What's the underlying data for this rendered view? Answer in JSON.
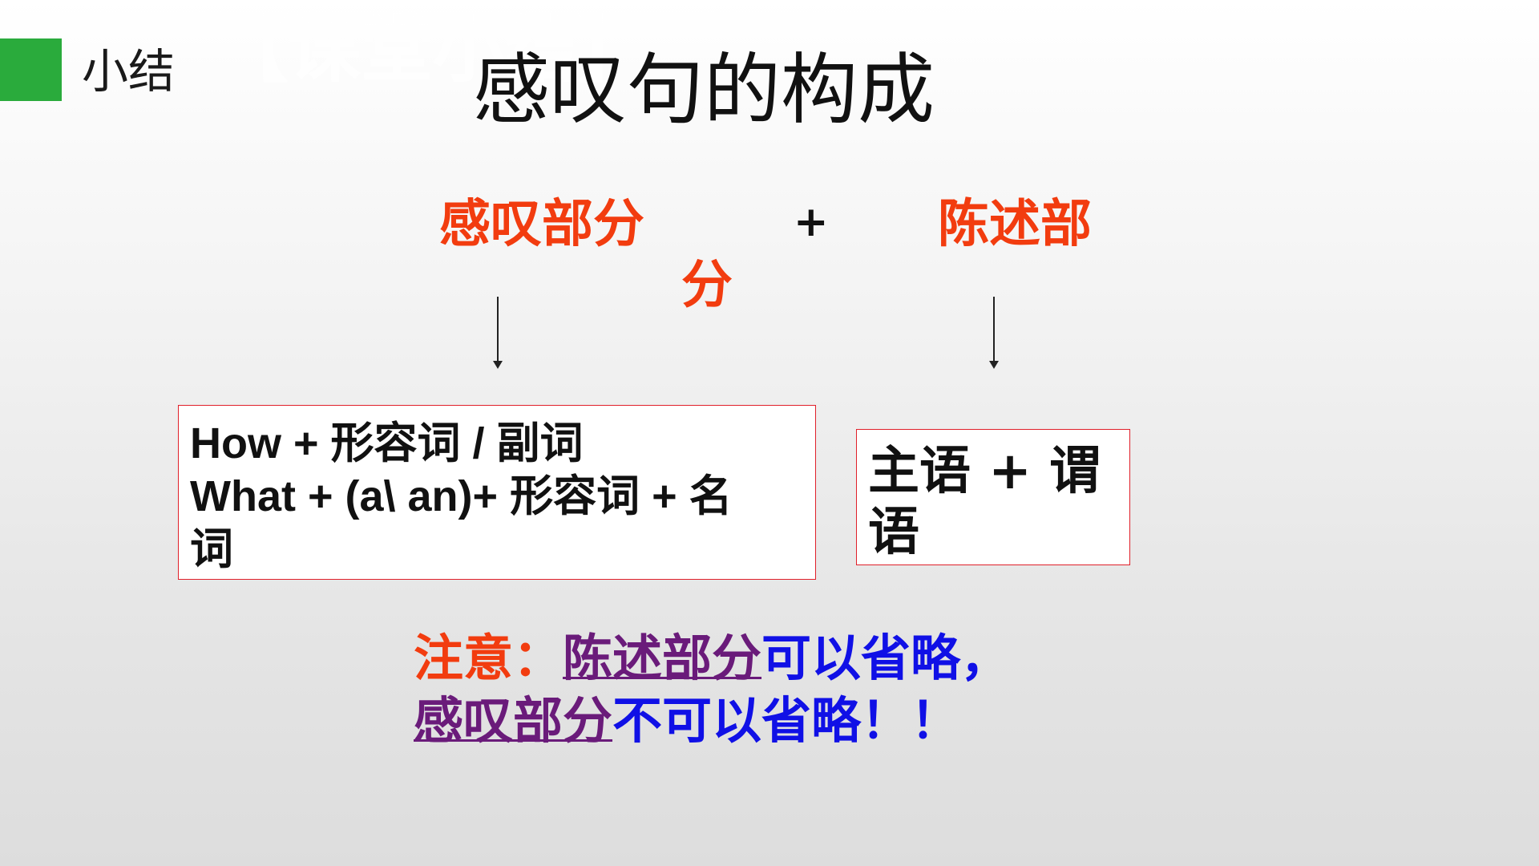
{
  "header": {
    "section_label": "小结",
    "ghost_title": "【课堂小结】",
    "title": "感叹句的构成"
  },
  "formula": {
    "left_part": "感叹部分",
    "plus": "+",
    "right_part_line1": "陈述部",
    "right_part_line2": "分"
  },
  "boxes": {
    "left_line1": "How + 形容词 /  副词",
    "left_line2": "What + (a\\ an)+ 形容词  +  名",
    "left_line3": "词",
    "right_line1": "主语 + 谓",
    "right_line2": "语"
  },
  "note": {
    "prefix": "注意：",
    "stmt_part": "陈述部分",
    "can_omit": "可以省略，",
    "excl_part": "感叹部分",
    "cannot_omit": "不可以省略！！"
  },
  "colors": {
    "accent_green": "#2aab3c",
    "orange_red": "#f23c0f",
    "purple": "#6a1b7a",
    "blue": "#1010e6",
    "box_border": "#e0202a"
  }
}
